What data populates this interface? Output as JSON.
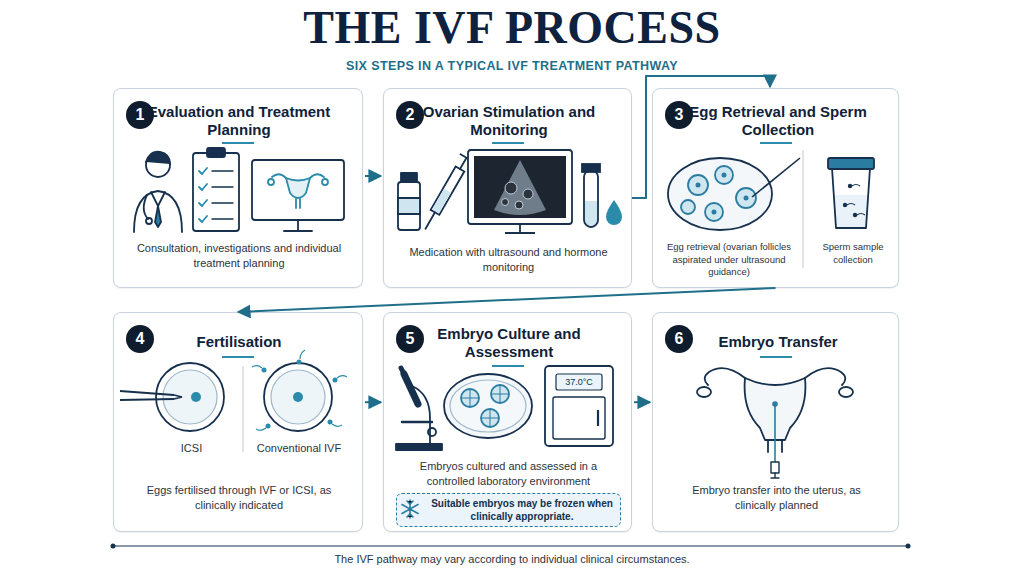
{
  "diagram": {
    "title": "THE IVF PROCESS",
    "caption": "The IVF pathway may vary according to individual clinical circumstances.",
    "nodes": [
      {
        "text": [
          "Evaluation and Treatment Planning",
          "Consultation, investigations and individual treatment planning"
        ]
      },
      {
        "text": [
          "1"
        ],
        "in": 0
      },
      {
        "text": [
          "Ovarian Stimulation and Monitoring",
          "Medication with ultrasound and hormone monitoring"
        ]
      },
      {
        "text": [
          "2"
        ],
        "in": 2
      },
      {
        "text": [
          "Egg Retrieval and Sperm Collection",
          "Egg retrieval (ovarian follicles aspirated under ultrasound guidance)",
          "Sperm sample collection"
        ]
      },
      {
        "text": [
          "3"
        ],
        "in": 4
      },
      {
        "text": [
          "Fertilisation",
          "ICSI",
          "Conventional IVF",
          "Eggs fertilised through IVF or ICSI, as clinically indicated"
        ]
      },
      {
        "text": [
          "4"
        ],
        "in": 6
      },
      {
        "text": [
          "Embryo Culture and Assessment",
          "Embryos cultured and assessed in a controlled laboratory environment"
        ]
      },
      {
        "text": [
          "5"
        ],
        "in": 8
      },
      {
        "text": [
          "Suitable embryos may be frozen when clinically appropriate."
        ],
        "in": 8
      },
      {
        "text": [
          "Embryo Transfer",
          "Embryo transfer into the uterus, as clinically planned"
        ]
      },
      {
        "text": [
          "6"
        ],
        "in": 11
      }
    ],
    "edges": [
      {
        "from": 0,
        "to": 2,
        "arrow": "to"
      },
      {
        "from": 2,
        "to": 4,
        "arrow": "to"
      },
      {
        "from": 4,
        "to": 6,
        "arrow": "to"
      },
      {
        "from": 6,
        "to": 8,
        "arrow": "to"
      },
      {
        "from": 8,
        "to": 11,
        "arrow": "to"
      }
    ],
    "labels": [
      "SIX STEPS IN A TYPICAL IVF TREATMENT PATHWAY",
      "37.0°C"
    ]
  }
}
